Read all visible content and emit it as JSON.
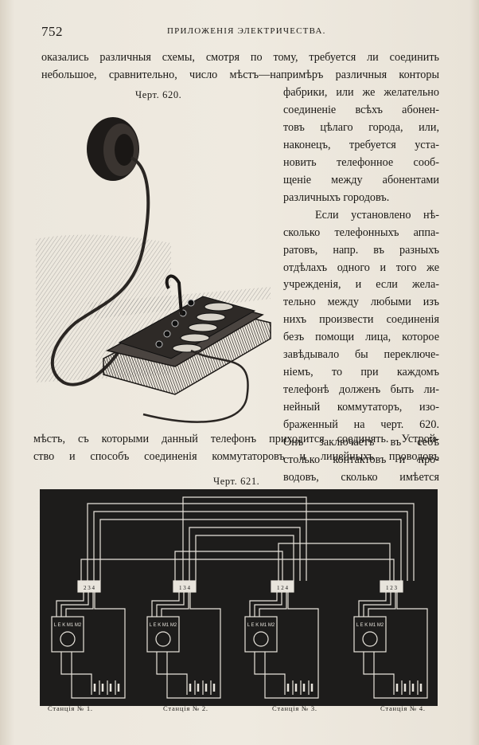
{
  "header": {
    "page_number": "752",
    "running_title": "ПРИЛОЖЕНІЯ ЭЛЕКТРИЧЕСТВА."
  },
  "text": {
    "full_lines": [
      "оказались различныя схемы, смотря по тому, требуется ли соединить",
      "небольшое, сравнительно, число мѣстъ—напримѣръ различныя конторы"
    ],
    "column_lines": [
      "фабрики, или же желательно",
      "соединеніе всѣхъ абонен-",
      "товъ цѣлаго города, или,",
      "наконецъ, требуется уста-",
      "новить телефонное сооб-",
      "щеніе между абонентами",
      "различныхъ городовъ.",
      "Если установлено нѣ-",
      "сколько телефонныхъ аппа-",
      "ратовъ, напр. въ разныхъ",
      "отдѣлахъ одного и того же",
      "учрежденія, и если жела-",
      "тельно между любыми изъ",
      "нихъ произвести соединенія",
      "безъ помощи лица, которое",
      "завѣдывало бы переключе-",
      "ніемъ, то при каждомъ",
      "телефонѣ долженъ быть ли-",
      "нейный коммутаторъ, изо-",
      "браженный на черт. 620.",
      "Онъ заключаетъ въ себѣ",
      "столько контактовъ и про-",
      "водовъ, сколько имѣется"
    ],
    "bottom_lines": [
      "мѣстъ, съ которыми данный телефонъ приходится соединять. Устрой-",
      "ство и способъ соединенія коммутаторовъ и линейныхъ проводовъ"
    ]
  },
  "figures": {
    "fig620_caption": "Черт. 620.",
    "fig621_caption": "Черт. 621."
  },
  "diagram": {
    "switch_labels": [
      "2 3 4",
      "1 3 4",
      "1 2 4",
      "1 2 3"
    ],
    "apparatus_label": "L E K M1 M2",
    "stations": [
      "Станція № 1.",
      "Станція № 2.",
      "Станція № 3.",
      "Станція № 4."
    ]
  }
}
